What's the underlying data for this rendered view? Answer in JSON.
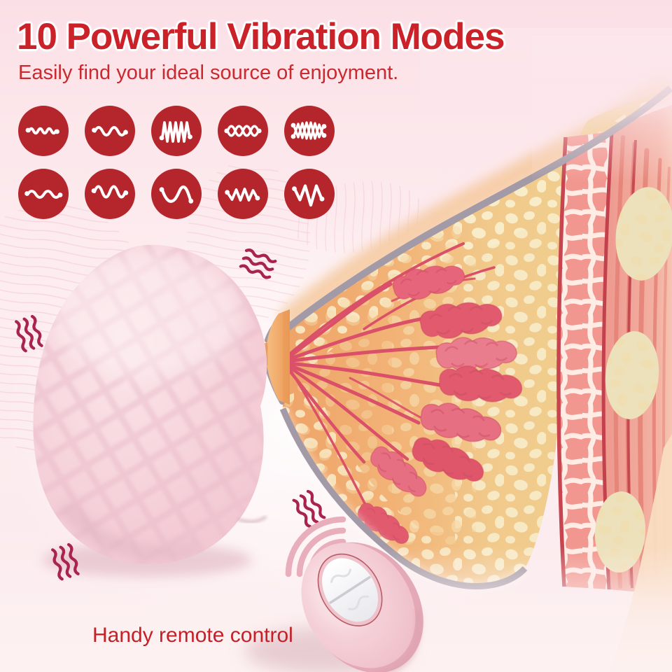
{
  "header": {
    "title": "10 Powerful Vibration Modes",
    "subtitle": "Easily find your ideal source of enjoyment."
  },
  "vibration_modes": {
    "count": 10,
    "icons": [
      {
        "name": "fine-wave-mode-icon"
      },
      {
        "name": "soft-wave-mode-icon"
      },
      {
        "name": "dense-pulse-mode-icon"
      },
      {
        "name": "braided-wave-mode-icon"
      },
      {
        "name": "braided-zigzag-mode-icon"
      },
      {
        "name": "gentle-wave-mode-icon"
      },
      {
        "name": "deep-wave-mode-icon"
      },
      {
        "name": "large-sine-mode-icon"
      },
      {
        "name": "small-zigzag-mode-icon"
      },
      {
        "name": "deep-zigzag-mode-icon"
      }
    ]
  },
  "caption": {
    "remote_label": "Handy remote control"
  },
  "colors": {
    "title_red": "#cb2129",
    "subtitle_red": "#c9292f",
    "icon_circle_red": "#b4262b",
    "squiggle_crimson": "#a8234e",
    "background_pink": "#fce8ec",
    "massager_pink": "#f6d2da",
    "remote_pink": "#f3cbd2",
    "skin_line_gray": "#a29aa6",
    "fat_yellow": "#f3d494",
    "fat_lobule_cream": "#f8ecca",
    "breast_orange": "#f2a96f",
    "gland_red": "#e15a6e",
    "duct_red": "#da5068",
    "muscle_pink": "#f2978f",
    "rib_cream": "#ece1bb",
    "wireless_arc_pink": "#e9aebc"
  }
}
